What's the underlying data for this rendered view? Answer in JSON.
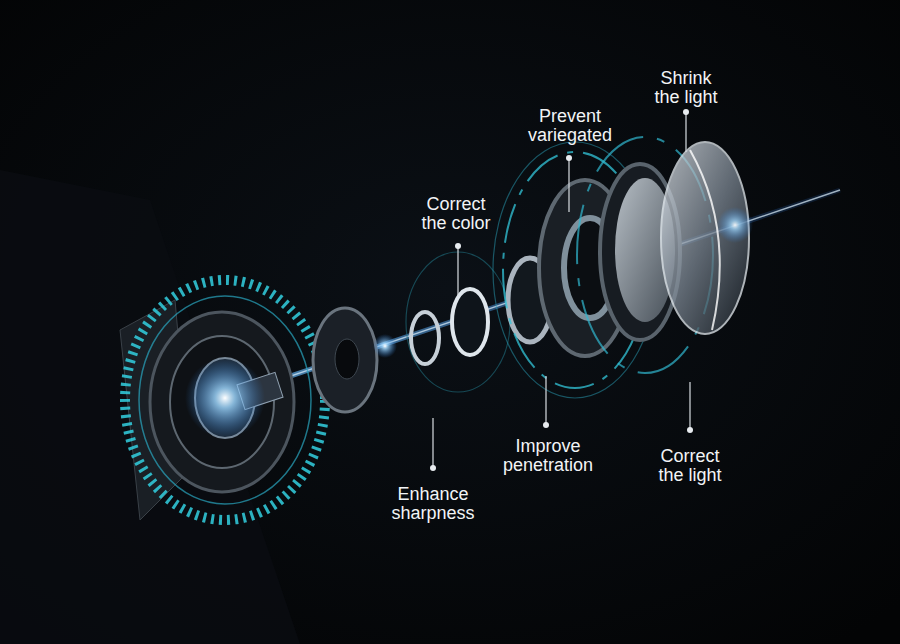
{
  "diagram": {
    "labels": [
      "Shrink the light",
      "Prevent variegated",
      "Correct the color",
      "Enhance sharpness",
      "Improve penetration",
      "Correct the light"
    ]
  }
}
